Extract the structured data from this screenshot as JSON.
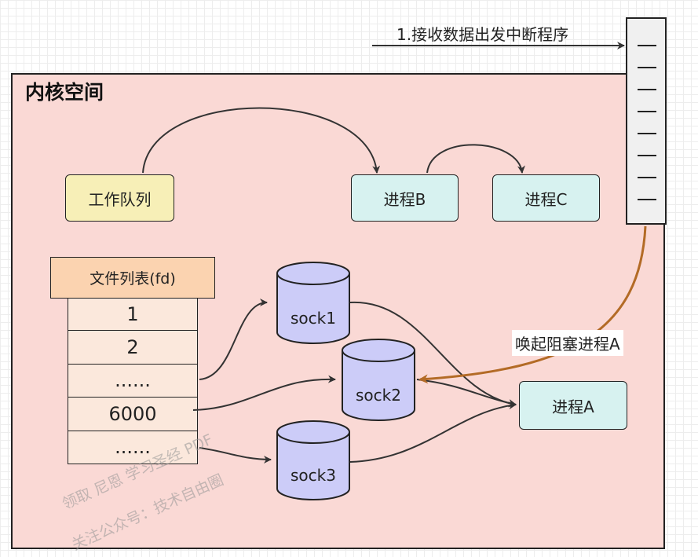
{
  "interrupt_label": "1.接收数据出发中断程序",
  "kernel_title": "内核空间",
  "work_queue": "工作队列",
  "process_b": "进程B",
  "process_c": "进程C",
  "process_a": "进程A",
  "fd_table": {
    "header": "文件列表(fd)",
    "rows": [
      "1",
      "2",
      "......",
      "6000",
      "......"
    ]
  },
  "sockets": [
    "sock1",
    "sock2",
    "sock3"
  ],
  "wake_label": "唤起阻塞进程A",
  "watermark": {
    "line1": "领取 尼恩 学习圣经 PDF",
    "line2": "关注公众号：技术自由圈"
  },
  "colors": {
    "kernel_bg": "#fad9d5",
    "work_queue_bg": "#f7efb7",
    "process_bg": "#d7f2f0",
    "fd_header_bg": "#fbd3b0",
    "fd_row_bg": "#fbe8dc",
    "socket_fill": "#ccccf8",
    "wake_arrow": "#b36b26"
  }
}
